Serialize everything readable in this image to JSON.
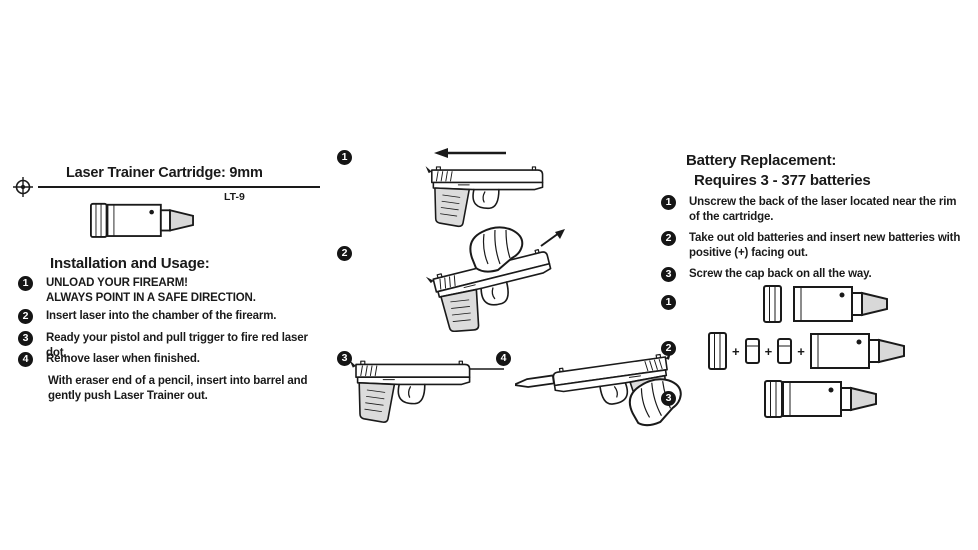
{
  "product": {
    "title": "Laser Trainer Cartridge: 9mm",
    "model": "LT-9"
  },
  "installation": {
    "heading": "Installation and Usage:",
    "steps": [
      {
        "num": "1",
        "line1": "UNLOAD YOUR FIREARM!",
        "line2": "ALWAYS POINT IN A SAFE DIRECTION."
      },
      {
        "num": "2",
        "line1": "Insert laser into the chamber of the firearm."
      },
      {
        "num": "3",
        "line1": "Ready your pistol and pull trigger to fire red laser dot."
      },
      {
        "num": "4",
        "line1": "Remove laser when finished."
      }
    ],
    "note": "With eraser end of a pencil, insert into barrel and gently push Laser Trainer out."
  },
  "figures": {
    "fig1": "1",
    "fig2": "2",
    "fig3": "3",
    "fig4": "4"
  },
  "battery": {
    "heading": "Battery Replacement:",
    "subheading": "Requires 3 - 377 batteries",
    "steps": [
      {
        "num": "1",
        "text": "Unscrew the back of the laser located near the rim of the cartridge."
      },
      {
        "num": "2",
        "text": "Take out old batteries and insert new batteries with positive (+) facing out."
      },
      {
        "num": "3",
        "text": "Screw the cap back on all the way."
      }
    ],
    "figures": {
      "fig1": "1",
      "fig2": "2",
      "fig3": "3"
    },
    "plus": "+"
  },
  "icons": {
    "crosshair": "crosshair-registration-mark",
    "pistol": "pistol-line-drawing",
    "hand": "hand-line-drawing",
    "pencil": "pencil-line-drawing",
    "cartridge": "laser-trainer-cartridge-drawing",
    "battery_cell": "377-button-cell-drawing",
    "slide_arrow": "slide-pull-direction-arrow",
    "laser_beam": "laser-beam-line"
  },
  "colors": {
    "ink": "#1a1a1a",
    "paper": "#ffffff",
    "shade": "#dcdcdc"
  }
}
